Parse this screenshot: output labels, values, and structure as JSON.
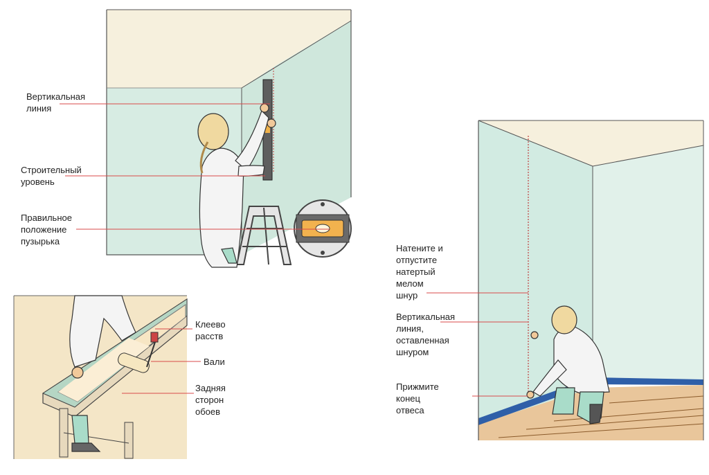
{
  "colors": {
    "wall": "#d7ece3",
    "wall_dark": "#b9d9cc",
    "ceiling": "#f6f0dd",
    "leader": "#d84a4a",
    "floor": "#e9c69b",
    "baseboard": "#2f5fa8",
    "table": "#e7d9bd",
    "skin": "#f1c99a",
    "hair": "#f0d9a0",
    "pants": "#a9dcc9"
  },
  "panel_top": {
    "labels": {
      "vertical_line": [
        "Вертикальная",
        "линия"
      ],
      "level": [
        "Строительный",
        "уровень"
      ],
      "bubble": [
        "Правильное",
        "положение",
        "пузырька"
      ]
    }
  },
  "panel_bottom_left": {
    "labels": {
      "glue": [
        "Клеево",
        "расств"
      ],
      "roller": [
        "Вали"
      ],
      "back": [
        "Задняя",
        "сторон",
        "обоев"
      ]
    }
  },
  "panel_right": {
    "labels": {
      "cord": [
        "Натените и",
        "отпустите",
        "натертый",
        "мелом",
        "шнур"
      ],
      "vertical_line": [
        "Вертикальная",
        "линия,",
        "оставленная",
        "шнуром"
      ],
      "press": [
        "Прижмите",
        "конец",
        "отвеса"
      ]
    }
  }
}
